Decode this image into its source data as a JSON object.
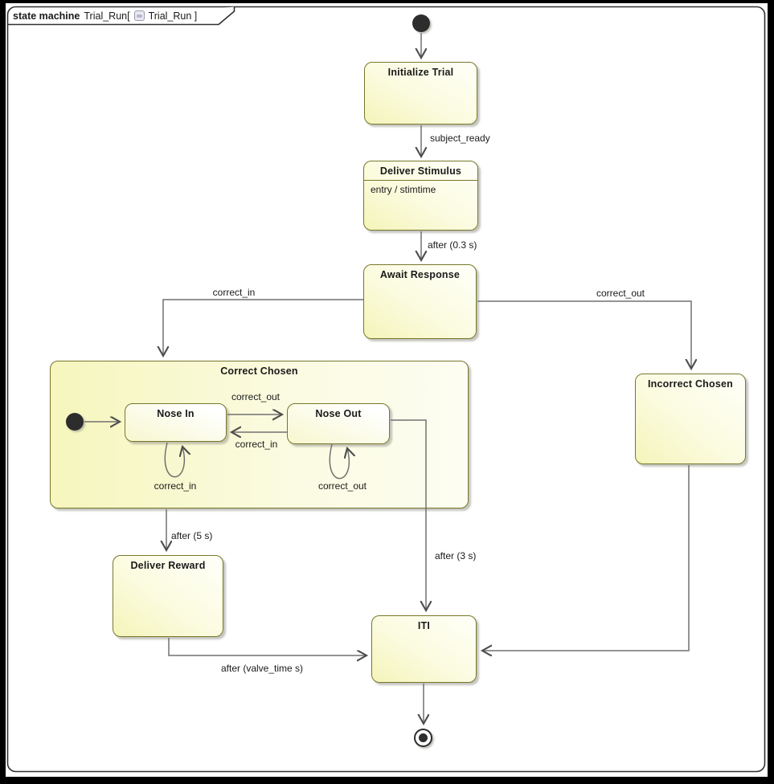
{
  "frame": {
    "type_label": "state machine",
    "diagram_name": "Trial_Run[",
    "diagram_ref": "Trial_Run ]",
    "icon": "state-machine-diagram-icon"
  },
  "states": {
    "initialize_trial": "Initialize Trial",
    "deliver_stimulus": "Deliver Stimulus",
    "deliver_stimulus_entry": "entry / stimtime",
    "await_response": "Await Response",
    "correct_chosen": "Correct Chosen",
    "nose_in": "Nose In",
    "nose_out": "Nose Out",
    "incorrect_chosen": "Incorrect Chosen",
    "deliver_reward": "Deliver Reward",
    "iti": "ITI"
  },
  "transitions": {
    "subject_ready": "subject_ready",
    "after_stim": "after (0.3 s)",
    "correct_in_to_correct": "correct_in",
    "correct_out_to_incorrect": "correct_out",
    "nose_in_to_out": "correct_out",
    "nose_out_to_in": "correct_in",
    "nose_in_self": "correct_in",
    "nose_out_self": "correct_out",
    "after_reward": "after (5 s)",
    "after_timeout": "after (3 s)",
    "after_valve": "after (valve_time s)"
  },
  "colors": {
    "state_border": "#77772a",
    "state_fill_yellow": "#f4f4ba",
    "state_fill_white": "#fffffa",
    "connector_line": "#717171",
    "text": "#1a1a1a",
    "initial_final": "#2d2d2d"
  }
}
